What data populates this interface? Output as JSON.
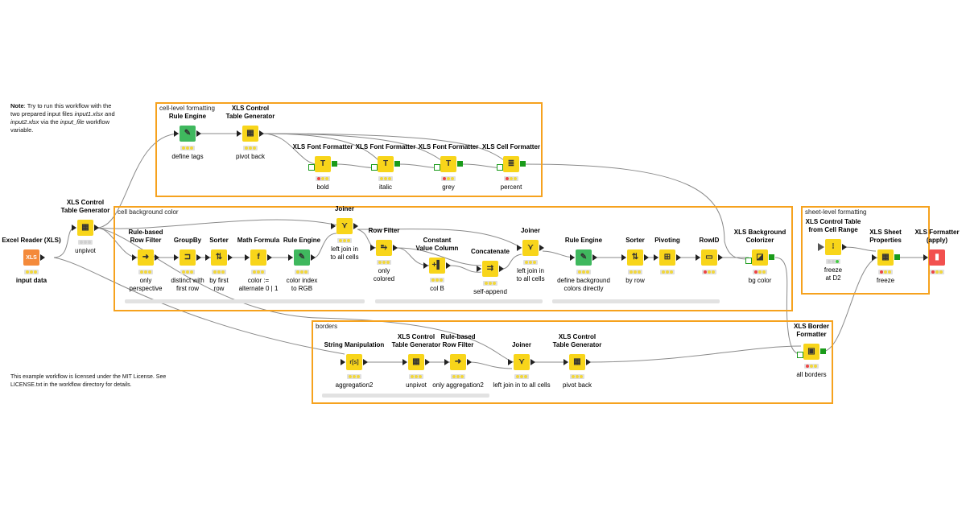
{
  "note": {
    "intro_bold": "Note",
    "intro_rest": ": Try to run this workflow with the",
    "line2_a": "two prepared input files ",
    "file1": "input1.xlsx",
    "line2_b": " and",
    "file2": "input2.xlsx",
    "line3_b": " via the ",
    "var": "input_file",
    "line3_c": " workflow",
    "line4": "variable."
  },
  "license": {
    "line1": "This example workflow is licensed under the MIT License. See",
    "line2": "LICENSE.txt in the workflow directory for details."
  },
  "annotations": [
    {
      "id": "cell-level",
      "title": "cell-level formatting"
    },
    {
      "id": "cell-background",
      "title": "cell background color"
    },
    {
      "id": "borders",
      "title": "borders"
    },
    {
      "id": "sheet-level",
      "title": "sheet-level formatting"
    }
  ],
  "colors": {
    "manipulator": "#f8d51a",
    "source": "#f48a3b",
    "sink": "#f2504f",
    "rule": "#3fb85e",
    "annotation_border": "#f6a21e",
    "xls_port": "#1a9b1a"
  },
  "nodes": [
    {
      "id": "excel-reader",
      "title": "Excel Reader (XLS)",
      "label": "input data",
      "kind": "source",
      "icon": "XLS",
      "status": [
        "#f2d73a",
        "#f2d73a",
        "#f2d73a"
      ]
    },
    {
      "id": "xls-ctg-1",
      "title": "XLS Control\nTable Generator",
      "label": "unpivot",
      "kind": "manipulator",
      "icon": "▦",
      "status": [
        "#cfcfcf",
        "#cfcfcf",
        "#cfcfcf"
      ]
    },
    {
      "id": "rule-engine-tags",
      "title": "Rule Engine",
      "label": "define tags",
      "kind": "rule",
      "icon": "✎",
      "status": [
        "#f2d73a",
        "#f2d73a",
        "#f2d73a"
      ]
    },
    {
      "id": "xls-ctg-pivot",
      "title": "XLS Control\nTable Generator",
      "label": "pivot back",
      "kind": "manipulator",
      "icon": "▦",
      "status": [
        "#f2d73a",
        "#f2d73a",
        "#f2d73a"
      ]
    },
    {
      "id": "font-bold",
      "title": "XLS Font Formatter",
      "label": "bold",
      "kind": "manipulator",
      "icon": "T",
      "status": [
        "#e44",
        "#f2d73a",
        "#f2d73a"
      ]
    },
    {
      "id": "font-italic",
      "title": "XLS Font Formatter",
      "label": "italic",
      "kind": "manipulator",
      "icon": "T",
      "status": [
        "#f2d73a",
        "#f2d73a",
        "#f2d73a"
      ]
    },
    {
      "id": "font-grey",
      "title": "XLS Font Formatter",
      "label": "grey",
      "kind": "manipulator",
      "icon": "T",
      "status": [
        "#e44",
        "#f2d73a",
        "#f2d73a"
      ]
    },
    {
      "id": "cell-percent",
      "title": "XLS Cell Formatter",
      "label": "percent",
      "kind": "manipulator",
      "icon": "≣",
      "status": [
        "#e44",
        "#f2d73a",
        "#f2d73a"
      ]
    },
    {
      "id": "rb-row-filter-1",
      "title": "Rule-based\nRow Filter",
      "label": "only\nperspective",
      "kind": "manipulator",
      "icon": "➜",
      "status": [
        "#f2d73a",
        "#f2d73a",
        "#f2d73a"
      ]
    },
    {
      "id": "groupby",
      "title": "GroupBy",
      "label": "distinct with\nfirst row",
      "kind": "manipulator",
      "icon": "⊐",
      "status": [
        "#f2d73a",
        "#f2d73a",
        "#f2d73a"
      ]
    },
    {
      "id": "sorter-1",
      "title": "Sorter",
      "label": "by first\nrow",
      "kind": "manipulator",
      "icon": "⇅",
      "status": [
        "#f2d73a",
        "#f2d73a",
        "#f2d73a"
      ]
    },
    {
      "id": "math-formula",
      "title": "Math Formula",
      "label": "color :=\nalternate 0 | 1",
      "kind": "manipulator",
      "icon": "f",
      "status": [
        "#f2d73a",
        "#f2d73a",
        "#f2d73a"
      ]
    },
    {
      "id": "rule-engine-color",
      "title": "Rule Engine",
      "label": "color index\nto RGB",
      "kind": "rule",
      "icon": "✎",
      "status": [
        "#f2d73a",
        "#f2d73a",
        "#f2d73a"
      ]
    },
    {
      "id": "joiner-1",
      "title": "Joiner",
      "label": "left join in\nto all cells",
      "kind": "manipulator",
      "icon": "⋎",
      "status": [
        "#f2d73a",
        "#f2d73a",
        "#f2d73a"
      ]
    },
    {
      "id": "row-filter",
      "title": "Row Filter",
      "label": "only\ncolored",
      "kind": "manipulator",
      "icon": "⥱",
      "status": [
        "#f2d73a",
        "#f2d73a",
        "#f2d73a"
      ]
    },
    {
      "id": "constant-col",
      "title": "Constant\nValue Column",
      "label": "col B",
      "kind": "manipulator",
      "icon": "+▌",
      "status": [
        "#f2d73a",
        "#f2d73a",
        "#f2d73a"
      ]
    },
    {
      "id": "concatenate",
      "title": "Concatenate",
      "label": "self-append",
      "kind": "manipulator",
      "icon": "⇉",
      "status": [
        "#f2d73a",
        "#f2d73a",
        "#f2d73a"
      ]
    },
    {
      "id": "joiner-2",
      "title": "Joiner",
      "label": "left join in\nto all cells",
      "kind": "manipulator",
      "icon": "⋎",
      "status": [
        "#f2d73a",
        "#f2d73a",
        "#f2d73a"
      ]
    },
    {
      "id": "rule-engine-bg",
      "title": "Rule Engine",
      "label": "define background\ncolors directly",
      "kind": "rule",
      "icon": "✎",
      "status": [
        "#f2d73a",
        "#f2d73a",
        "#f2d73a"
      ]
    },
    {
      "id": "sorter-2",
      "title": "Sorter",
      "label": "by row",
      "kind": "manipulator",
      "icon": "⇅",
      "status": [
        "#f2d73a",
        "#f2d73a",
        "#f2d73a"
      ]
    },
    {
      "id": "pivoting",
      "title": "Pivoting",
      "label": "",
      "kind": "manipulator",
      "icon": "⊞",
      "status": [
        "#f2d73a",
        "#f2d73a",
        "#f2d73a"
      ]
    },
    {
      "id": "rowid",
      "title": "RowID",
      "label": "",
      "kind": "manipulator",
      "icon": "▭",
      "status": [
        "#e44",
        "#f2d73a",
        "#f2d73a"
      ]
    },
    {
      "id": "bg-colorizer",
      "title": "XLS Background\nColorizer",
      "label": "bg color",
      "kind": "manipulator",
      "icon": "◪",
      "status": [
        "#e44",
        "#f2d73a",
        "#f2d73a"
      ]
    },
    {
      "id": "string-manip",
      "title": "String Manipulation",
      "label": "aggregation2",
      "kind": "manipulator",
      "icon": "r[s]",
      "status": [
        "#f2d73a",
        "#f2d73a",
        "#f2d73a"
      ]
    },
    {
      "id": "xls-ctg-unpivot",
      "title": "XLS Control\nTable Generator",
      "label": "unpivot",
      "kind": "manipulator",
      "icon": "▦",
      "status": [
        "#f2d73a",
        "#f2d73a",
        "#f2d73a"
      ]
    },
    {
      "id": "rb-row-filter-2",
      "title": "Rule-based\nRow Filter",
      "label": "only aggregation2",
      "kind": "manipulator",
      "icon": "➜",
      "status": [
        "#f2d73a",
        "#f2d73a",
        "#f2d73a"
      ]
    },
    {
      "id": "joiner-3",
      "title": "Joiner",
      "label": "left join in to all cells",
      "kind": "manipulator",
      "icon": "⋎",
      "status": [
        "#f2d73a",
        "#f2d73a",
        "#f2d73a"
      ]
    },
    {
      "id": "xls-ctg-pivot2",
      "title": "XLS Control\nTable Generator",
      "label": "pivot back",
      "kind": "manipulator",
      "icon": "▦",
      "status": [
        "#f2d73a",
        "#f2d73a",
        "#f2d73a"
      ]
    },
    {
      "id": "border-formatter",
      "title": "XLS Border\nFormatter",
      "label": "all borders",
      "kind": "manipulator",
      "icon": "▣",
      "status": [
        "#e44",
        "#f2d73a",
        "#f2d73a"
      ]
    },
    {
      "id": "ctrl-from-range",
      "title": "XLS Control Table\nfrom Cell Range",
      "label": "freeze\nat D2",
      "kind": "manipulator",
      "icon": "⁝",
      "status": [
        "#cfcfcf",
        "#cfcfcf",
        "#4c4"
      ]
    },
    {
      "id": "sheet-props",
      "title": "XLS Sheet\nProperties",
      "label": "freeze",
      "kind": "manipulator",
      "icon": "▦",
      "status": [
        "#e44",
        "#f2d73a",
        "#f2d73a"
      ]
    },
    {
      "id": "xls-formatter-apply",
      "title": "XLS Formatter\n(apply)",
      "label": "",
      "kind": "sink",
      "icon": "▮",
      "status": [
        "#e44",
        "#f2d73a",
        "#f2d73a"
      ]
    }
  ]
}
